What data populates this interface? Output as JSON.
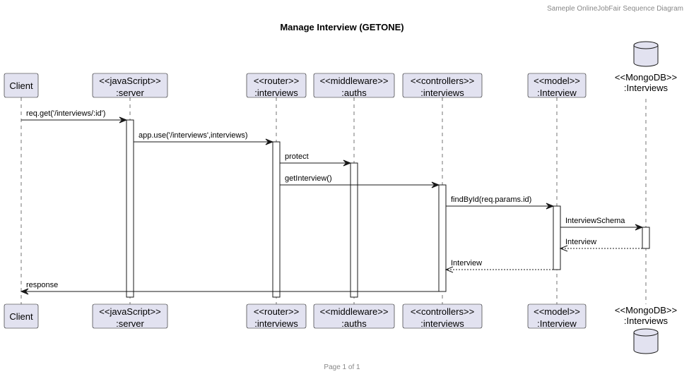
{
  "header": "Sameple OnlineJobFair Sequence Diagram",
  "title": "Manage Interview (GETONE)",
  "footer": "Page 1 of 1",
  "participants": [
    {
      "id": "client",
      "kind": "box",
      "lines": [
        "Client"
      ]
    },
    {
      "id": "server",
      "kind": "box",
      "lines": [
        "<<javaScript>>",
        ":server"
      ]
    },
    {
      "id": "router",
      "kind": "box",
      "lines": [
        "<<router>>",
        ":interviews"
      ]
    },
    {
      "id": "auths",
      "kind": "box",
      "lines": [
        "<<middleware>>",
        ":auths"
      ]
    },
    {
      "id": "controllers",
      "kind": "box",
      "lines": [
        "<<controllers>>",
        ":interviews"
      ]
    },
    {
      "id": "model",
      "kind": "box",
      "lines": [
        "<<model>>",
        ":Interview"
      ]
    },
    {
      "id": "db",
      "kind": "database",
      "lines": [
        "<<MongoDB>>",
        ":Interviews"
      ]
    }
  ],
  "messages": [
    {
      "from": "client",
      "to": "server",
      "label": "req.get('/interviews/:id')",
      "type": "sync"
    },
    {
      "from": "server",
      "to": "router",
      "label": "app.use('/interviews',interviews)",
      "type": "sync"
    },
    {
      "from": "router",
      "to": "auths",
      "label": "protect",
      "type": "sync"
    },
    {
      "from": "router",
      "to": "controllers",
      "label": "getInterview()",
      "type": "sync"
    },
    {
      "from": "controllers",
      "to": "model",
      "label": "findById(req.params.id)",
      "type": "sync"
    },
    {
      "from": "model",
      "to": "db",
      "label": "InterviewSchema",
      "type": "sync"
    },
    {
      "from": "db",
      "to": "model",
      "label": "Interview",
      "type": "return"
    },
    {
      "from": "model",
      "to": "controllers",
      "label": "Interview",
      "type": "return"
    },
    {
      "from": "controllers",
      "to": "client",
      "label": "response",
      "type": "sync"
    }
  ],
  "colors": {
    "participant_fill": "#E2E2F0",
    "line": "#181818",
    "header_text": "#888888"
  }
}
